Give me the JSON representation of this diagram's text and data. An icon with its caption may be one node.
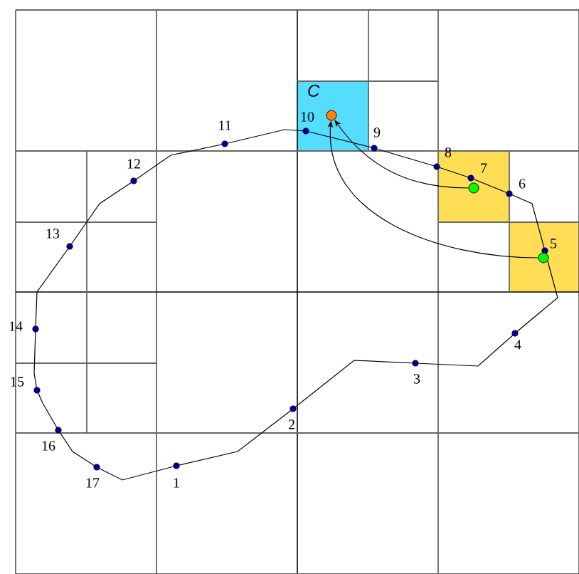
{
  "diagram": {
    "nodes": [
      {
        "text": [
          "C"
        ]
      },
      {
        "text": [],
        "shape": "circle",
        "in": 0
      },
      {
        "text": [],
        "shape": "circle"
      },
      {
        "text": [],
        "shape": "circle"
      }
    ],
    "edges": [
      {
        "from": 2,
        "to": 1,
        "arrow": "to"
      },
      {
        "from": 3,
        "to": 1,
        "arrow": "to"
      }
    ],
    "labels": [
      "1",
      "2",
      "3",
      "4",
      "5",
      "6",
      "7",
      "8",
      "9",
      "10",
      "11",
      "12",
      "13",
      "14",
      "15",
      "16",
      "17"
    ]
  }
}
